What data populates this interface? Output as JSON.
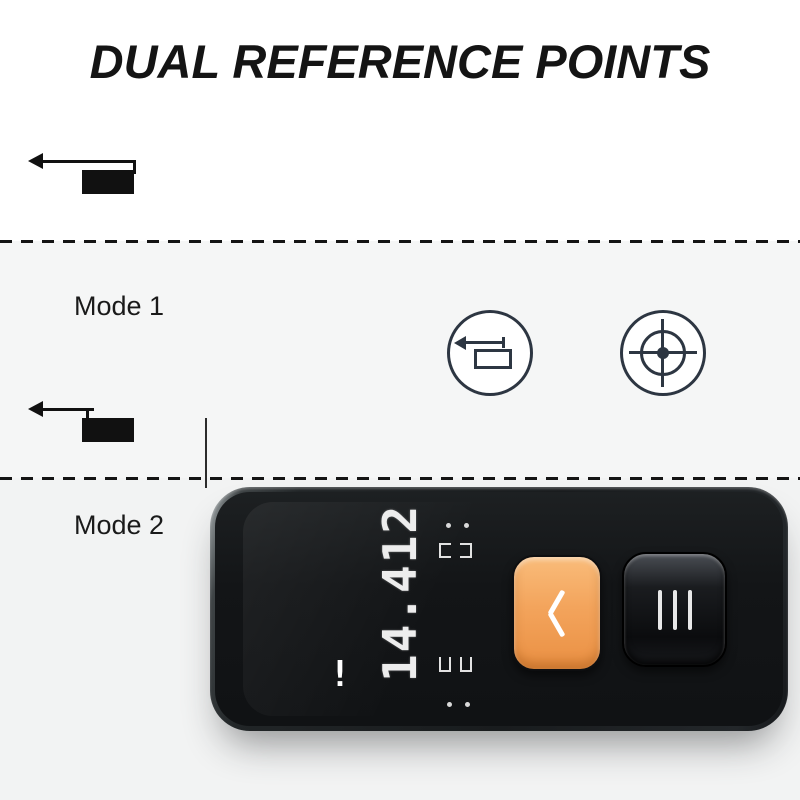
{
  "title": "DUAL REFERENCE POINTS",
  "modes": [
    {
      "label": "Mode 1"
    },
    {
      "label": "Mode 2"
    }
  ],
  "legend": {
    "icons": [
      {
        "name": "rear-reference-icon"
      },
      {
        "name": "target-icon"
      }
    ]
  },
  "device": {
    "display_value": "14.412",
    "warning_mark": "!",
    "buttons": [
      {
        "name": "measure-button",
        "icon": "chevron-left"
      },
      {
        "name": "menu-button",
        "icon": "triple-lines"
      }
    ]
  },
  "colors": {
    "accent_orange": "#f3a45c",
    "stroke_dark": "#2d3642",
    "device_body": "#17191b",
    "background_lower": "#f2f3f3"
  }
}
